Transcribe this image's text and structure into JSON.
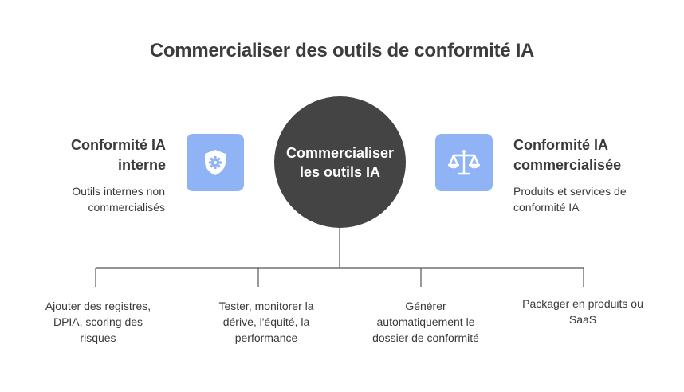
{
  "title": "Commercialiser des outils de conformité IA",
  "center": {
    "label": "Commercialiser\nles outils IA"
  },
  "left": {
    "title": "Conformité IA\ninterne",
    "description": "Outils internes non\ncommercialisés",
    "icon": "shield-gear-icon"
  },
  "right": {
    "title": "Conformité IA\ncommercialisée",
    "description": "Produits et services de\nconformité IA",
    "icon": "balance-scale-icon"
  },
  "leaves": [
    {
      "label": "Ajouter des registres,\nDPIA, scoring des\nrisques"
    },
    {
      "label": "Tester, monitorer la\ndérive, l'équité, la\nperformance"
    },
    {
      "label": "Générer\nautomatiquement le\ndossier de conformité"
    },
    {
      "label": "Packager en produits ou\nSaaS"
    }
  ],
  "colors": {
    "circle": "#444444",
    "icon_box": "#8fb3f5",
    "icon_fg": "#ffffff",
    "line": "#555555",
    "text": "#3a3a3a"
  }
}
